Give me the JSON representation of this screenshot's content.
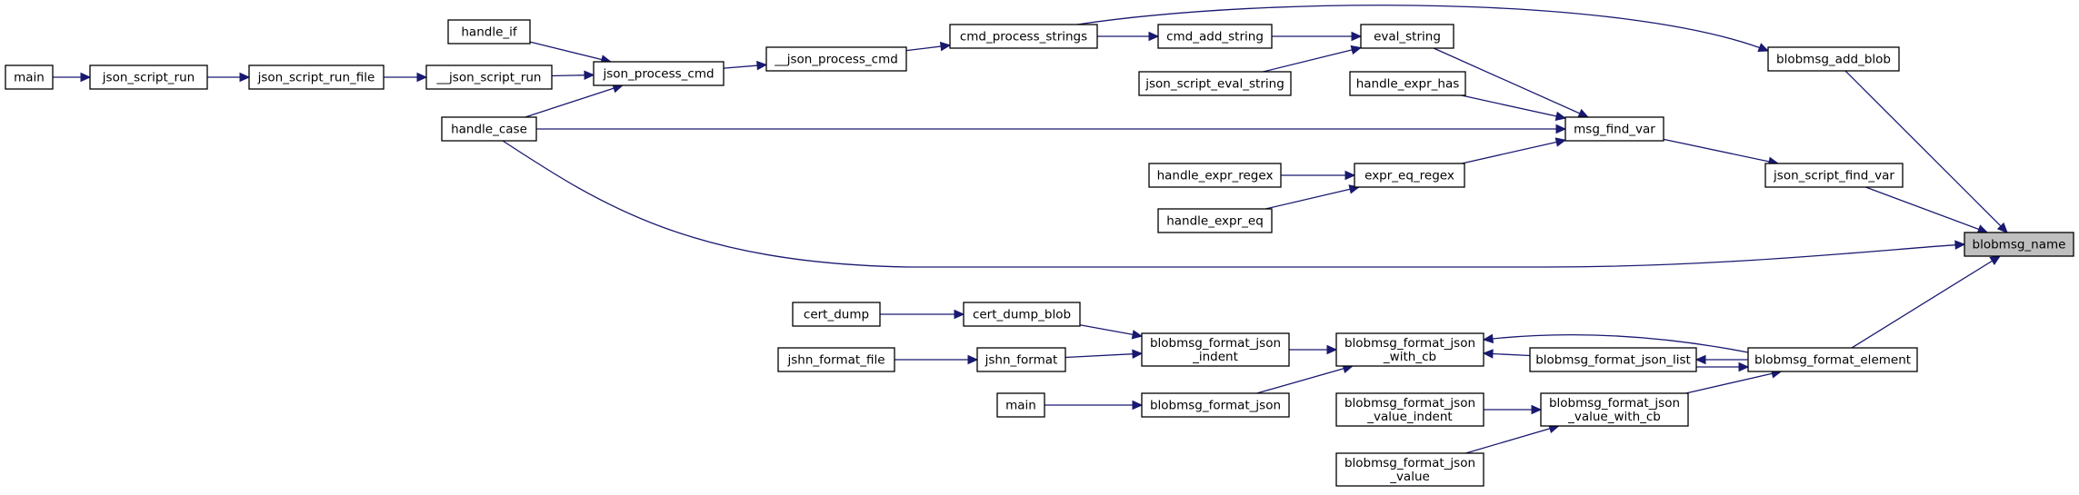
{
  "colors": {
    "edge": "#191970",
    "focus_fill": "#bfbfbf",
    "node_fill": "#ffffff",
    "node_stroke": "#000000"
  },
  "nodes": [
    {
      "id": "main1",
      "lines": [
        "main"
      ]
    },
    {
      "id": "json_script_run",
      "lines": [
        "json_script_run"
      ]
    },
    {
      "id": "json_script_run_file",
      "lines": [
        "json_script_run_file"
      ]
    },
    {
      "id": "__json_script_run",
      "lines": [
        "__json_script_run"
      ]
    },
    {
      "id": "handle_if",
      "lines": [
        "handle_if"
      ]
    },
    {
      "id": "handle_case",
      "lines": [
        "handle_case"
      ]
    },
    {
      "id": "json_process_cmd",
      "lines": [
        "json_process_cmd"
      ]
    },
    {
      "id": "__json_process_cmd",
      "lines": [
        "__json_process_cmd"
      ]
    },
    {
      "id": "cmd_process_strings",
      "lines": [
        "cmd_process_strings"
      ]
    },
    {
      "id": "cmd_add_string",
      "lines": [
        "cmd_add_string"
      ]
    },
    {
      "id": "json_script_eval_string",
      "lines": [
        "json_script_eval_string"
      ]
    },
    {
      "id": "eval_string",
      "lines": [
        "eval_string"
      ]
    },
    {
      "id": "handle_expr_has",
      "lines": [
        "handle_expr_has"
      ]
    },
    {
      "id": "handle_expr_regex",
      "lines": [
        "handle_expr_regex"
      ]
    },
    {
      "id": "handle_expr_eq",
      "lines": [
        "handle_expr_eq"
      ]
    },
    {
      "id": "expr_eq_regex",
      "lines": [
        "expr_eq_regex"
      ]
    },
    {
      "id": "msg_find_var",
      "lines": [
        "msg_find_var"
      ]
    },
    {
      "id": "blobmsg_add_blob",
      "lines": [
        "blobmsg_add_blob"
      ]
    },
    {
      "id": "json_script_find_var",
      "lines": [
        "json_script_find_var"
      ]
    },
    {
      "id": "blobmsg_name",
      "lines": [
        "blobmsg_name"
      ],
      "focus": true
    },
    {
      "id": "cert_dump",
      "lines": [
        "cert_dump"
      ]
    },
    {
      "id": "cert_dump_blob",
      "lines": [
        "cert_dump_blob"
      ]
    },
    {
      "id": "jshn_format_file",
      "lines": [
        "jshn_format_file"
      ]
    },
    {
      "id": "jshn_format",
      "lines": [
        "jshn_format"
      ]
    },
    {
      "id": "main2",
      "lines": [
        "main"
      ]
    },
    {
      "id": "blobmsg_format_json_indent",
      "lines": [
        "blobmsg_format_json",
        "_indent"
      ]
    },
    {
      "id": "blobmsg_format_json",
      "lines": [
        "blobmsg_format_json"
      ]
    },
    {
      "id": "blobmsg_format_json_with_cb",
      "lines": [
        "blobmsg_format_json",
        "_with_cb"
      ]
    },
    {
      "id": "blobmsg_format_json_value_indent",
      "lines": [
        "blobmsg_format_json",
        "_value_indent"
      ]
    },
    {
      "id": "blobmsg_format_json_value",
      "lines": [
        "blobmsg_format_json",
        "_value"
      ]
    },
    {
      "id": "blobmsg_format_json_list",
      "lines": [
        "blobmsg_format_json_list"
      ]
    },
    {
      "id": "blobmsg_format_json_value_with_cb",
      "lines": [
        "blobmsg_format_json",
        "_value_with_cb"
      ]
    },
    {
      "id": "blobmsg_format_element",
      "lines": [
        "blobmsg_format_element"
      ]
    }
  ],
  "edges": [
    {
      "from": "main1",
      "to": "json_script_run"
    },
    {
      "from": "json_script_run",
      "to": "json_script_run_file"
    },
    {
      "from": "json_script_run_file",
      "to": "__json_script_run"
    },
    {
      "from": "__json_script_run",
      "to": "json_process_cmd"
    },
    {
      "from": "handle_if",
      "to": "json_process_cmd"
    },
    {
      "from": "handle_case",
      "to": "json_process_cmd"
    },
    {
      "from": "json_process_cmd",
      "to": "__json_process_cmd"
    },
    {
      "from": "__json_process_cmd",
      "to": "cmd_process_strings"
    },
    {
      "from": "cmd_process_strings",
      "to": "cmd_add_string"
    },
    {
      "from": "cmd_add_string",
      "to": "eval_string"
    },
    {
      "from": "json_script_eval_string",
      "to": "eval_string"
    },
    {
      "from": "eval_string",
      "to": "msg_find_var"
    },
    {
      "from": "handle_expr_has",
      "to": "msg_find_var"
    },
    {
      "from": "handle_case",
      "to": "msg_find_var"
    },
    {
      "from": "handle_expr_regex",
      "to": "expr_eq_regex"
    },
    {
      "from": "handle_expr_eq",
      "to": "expr_eq_regex"
    },
    {
      "from": "expr_eq_regex",
      "to": "msg_find_var"
    },
    {
      "from": "cmd_process_strings",
      "to": "blobmsg_add_blob"
    },
    {
      "from": "msg_find_var",
      "to": "json_script_find_var"
    },
    {
      "from": "blobmsg_add_blob",
      "to": "blobmsg_name"
    },
    {
      "from": "json_script_find_var",
      "to": "blobmsg_name"
    },
    {
      "from": "handle_case",
      "to": "blobmsg_name"
    },
    {
      "from": "blobmsg_format_element",
      "to": "blobmsg_name"
    },
    {
      "from": "cert_dump",
      "to": "cert_dump_blob"
    },
    {
      "from": "jshn_format_file",
      "to": "jshn_format"
    },
    {
      "from": "main2",
      "to": "blobmsg_format_json"
    },
    {
      "from": "cert_dump_blob",
      "to": "blobmsg_format_json_indent"
    },
    {
      "from": "jshn_format",
      "to": "blobmsg_format_json_indent"
    },
    {
      "from": "blobmsg_format_json_indent",
      "to": "blobmsg_format_json_with_cb"
    },
    {
      "from": "blobmsg_format_json",
      "to": "blobmsg_format_json_with_cb"
    },
    {
      "from": "blobmsg_format_json_list",
      "to": "blobmsg_format_json_with_cb"
    },
    {
      "from": "blobmsg_format_element",
      "to": "blobmsg_format_json_with_cb"
    },
    {
      "from": "blobmsg_format_element",
      "to": "blobmsg_format_json_list"
    },
    {
      "from": "blobmsg_format_json_list",
      "to": "blobmsg_format_element"
    },
    {
      "from": "blobmsg_format_json_value_indent",
      "to": "blobmsg_format_json_value_with_cb"
    },
    {
      "from": "blobmsg_format_json_value",
      "to": "blobmsg_format_json_value_with_cb"
    },
    {
      "from": "blobmsg_format_json_value_with_cb",
      "to": "blobmsg_format_element"
    }
  ]
}
